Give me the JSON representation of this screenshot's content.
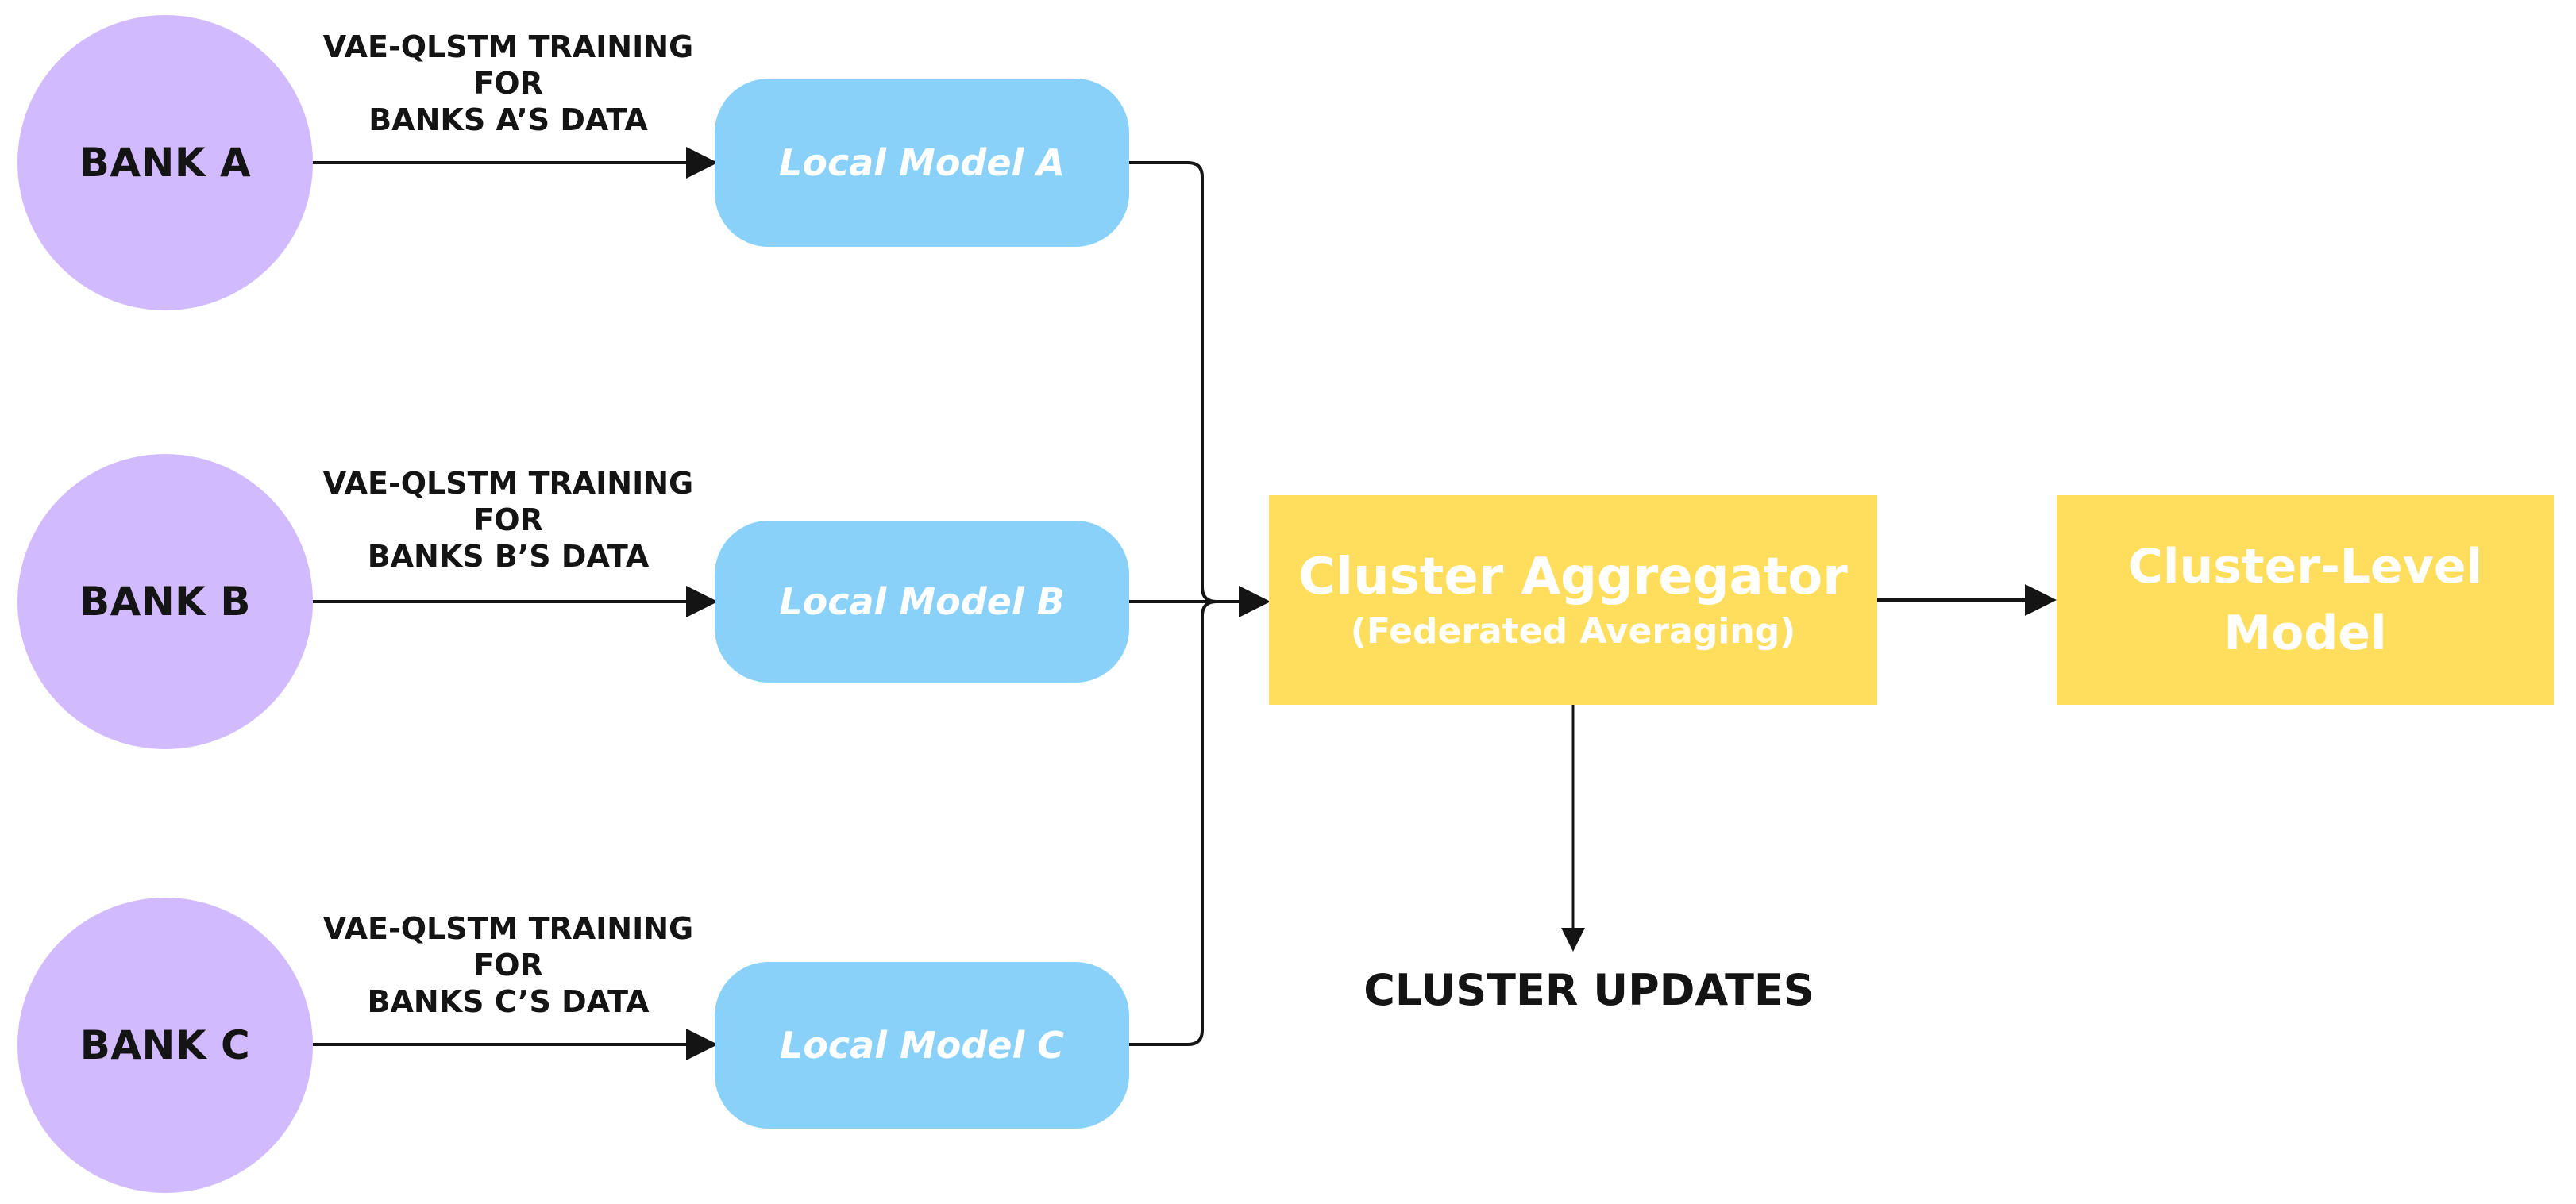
{
  "banks": [
    {
      "label": "BANK A",
      "training_lines": [
        "VAE-QLSTM TRAINING",
        "FOR",
        "BANKS A’S DATA"
      ],
      "model_label": "Local Model A"
    },
    {
      "label": "BANK B",
      "training_lines": [
        "VAE-QLSTM TRAINING",
        "FOR",
        "BANKS B’S DATA"
      ],
      "model_label": "Local Model B"
    },
    {
      "label": "BANK C",
      "training_lines": [
        "VAE-QLSTM TRAINING",
        "FOR",
        "BANKS C’S DATA"
      ],
      "model_label": "Local Model C"
    }
  ],
  "aggregator": {
    "title": "Cluster Aggregator",
    "subtitle": "(Federated Averaging)"
  },
  "cluster_model": {
    "title": "Cluster-Level Model"
  },
  "cluster_updates": {
    "label": "CLUSTER UPDATES"
  },
  "colors": {
    "bank_fill": "#d2baff",
    "local_model_fill": "#8ad1f9",
    "aggregator_fill": "#ffde5e",
    "arrow": "#141414"
  }
}
